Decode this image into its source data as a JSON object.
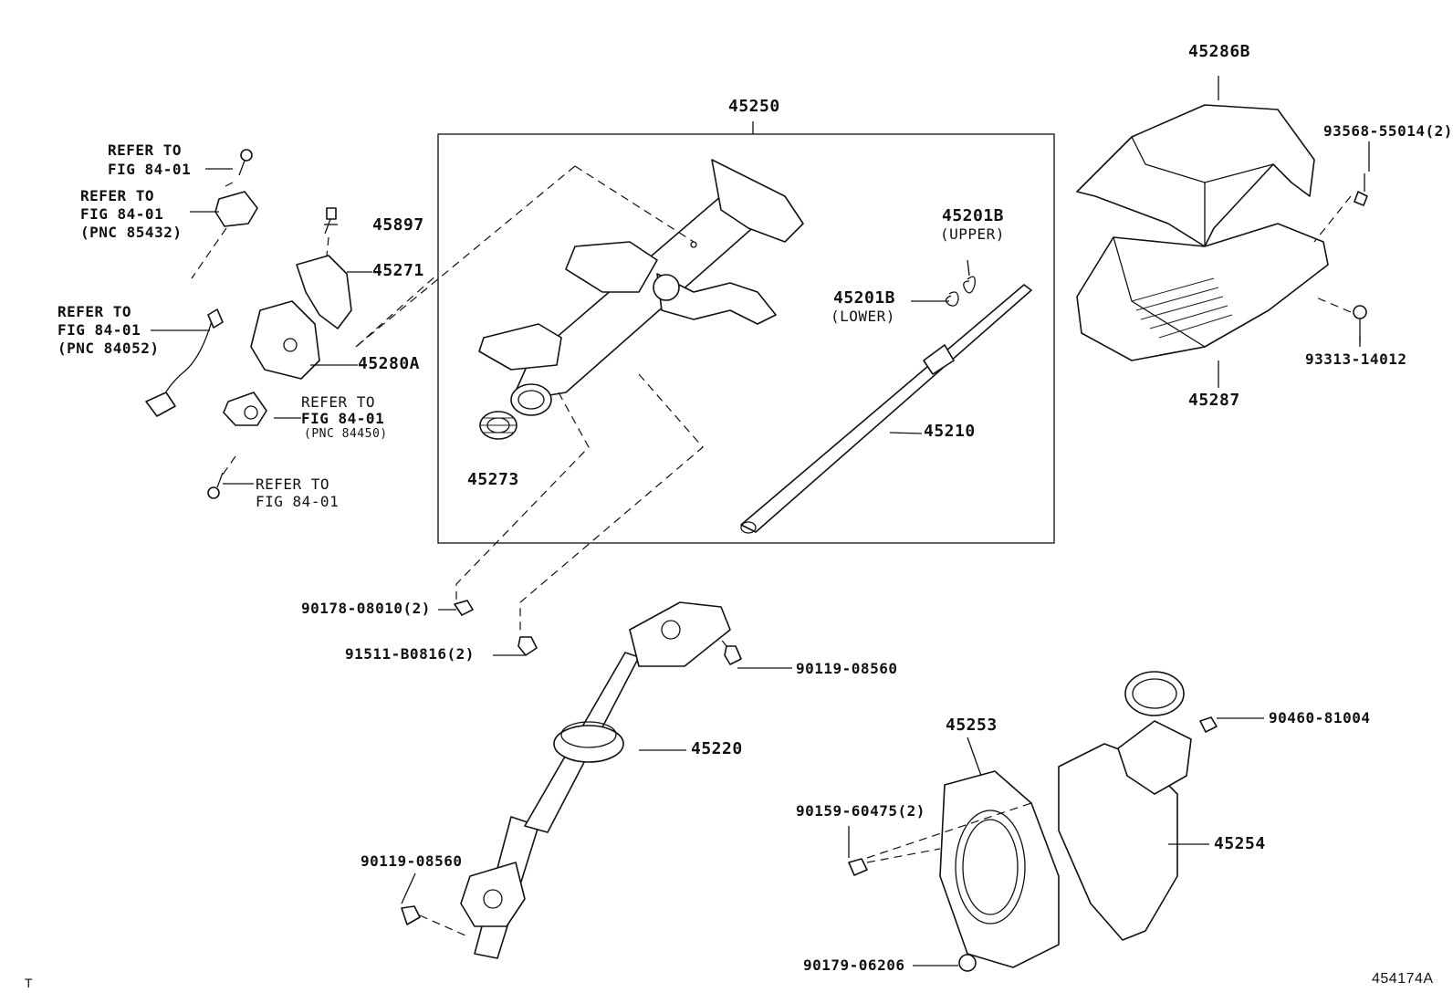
{
  "diagram_code": "454174A",
  "corner_mark": "T",
  "parts": {
    "p45250": "45250",
    "p45286b": "45286B",
    "p45287": "45287",
    "p93568": "93568-55014(2)",
    "p93313": "93313-14012",
    "p45201b_upper_num": "45201B",
    "p45201b_upper_note": "(UPPER)",
    "p45201b_lower_num": "45201B",
    "p45201b_lower_note": "(LOWER)",
    "p45210": "45210",
    "p45273": "45273",
    "p45897": "45897",
    "p45271": "45271",
    "p45280a": "45280A",
    "p90178": "90178-08010(2)",
    "p91511": "91511-B0816(2)",
    "p90119a": "90119-08560",
    "p90119b": "90119-08560",
    "p45220": "45220",
    "p45253": "45253",
    "p90159": "90159-60475(2)",
    "p90179": "90179-06206",
    "p90460": "90460-81004",
    "p45254": "45254"
  },
  "refs": {
    "r1_a": "REFER TO",
    "r1_b": "FIG 84-01",
    "r2_a": "REFER TO",
    "r2_b": "FIG 84-01",
    "r2_c": "(PNC 85432)",
    "r3_a": "REFER TO",
    "r3_b": "FIG 84-01",
    "r3_c": "(PNC 84052)",
    "r4_a": "REFER TO",
    "r4_b": "FIG 84-01",
    "r4_c": "(PNC 84450)",
    "r5_a": "REFER TO",
    "r5_b": "FIG 84-01"
  }
}
